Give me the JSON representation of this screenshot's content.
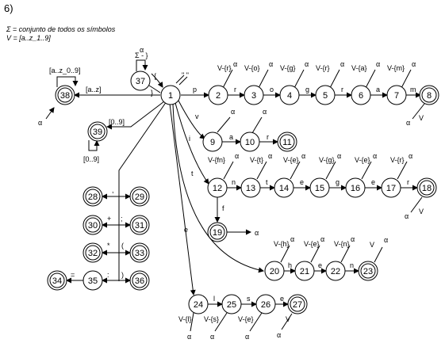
{
  "header": {
    "number": "6)",
    "sigma_def": "Σ = conjunto de todos os símbolos",
    "v_def": "V = [a..z_1..9]"
  },
  "states": [
    {
      "id": "1",
      "final": false
    },
    {
      "id": "2",
      "final": false
    },
    {
      "id": "3",
      "final": false
    },
    {
      "id": "4",
      "final": false
    },
    {
      "id": "5",
      "final": false
    },
    {
      "id": "6",
      "final": false
    },
    {
      "id": "7",
      "final": false
    },
    {
      "id": "8",
      "final": true
    },
    {
      "id": "9",
      "final": false
    },
    {
      "id": "10",
      "final": false
    },
    {
      "id": "11",
      "final": true
    },
    {
      "id": "12",
      "final": false
    },
    {
      "id": "13",
      "final": false
    },
    {
      "id": "14",
      "final": false
    },
    {
      "id": "15",
      "final": false
    },
    {
      "id": "16",
      "final": false
    },
    {
      "id": "17",
      "final": false
    },
    {
      "id": "18",
      "final": true
    },
    {
      "id": "19",
      "final": true
    },
    {
      "id": "20",
      "final": false
    },
    {
      "id": "21",
      "final": false
    },
    {
      "id": "22",
      "final": false
    },
    {
      "id": "23",
      "final": true
    },
    {
      "id": "24",
      "final": false
    },
    {
      "id": "25",
      "final": false
    },
    {
      "id": "26",
      "final": false
    },
    {
      "id": "27",
      "final": true
    },
    {
      "id": "28",
      "final": true
    },
    {
      "id": "29",
      "final": true
    },
    {
      "id": "30",
      "final": true
    },
    {
      "id": "31",
      "final": true
    },
    {
      "id": "32",
      "final": true
    },
    {
      "id": "33",
      "final": true
    },
    {
      "id": "34",
      "final": true
    },
    {
      "id": "35",
      "final": false
    },
    {
      "id": "36",
      "final": true
    },
    {
      "id": "37",
      "final": false
    },
    {
      "id": "38",
      "final": true
    },
    {
      "id": "39",
      "final": true
    }
  ],
  "labels": {
    "l1_2": "p",
    "l2_3": "r",
    "l3_4": "o",
    "l4_5": "g",
    "l5_6": "r",
    "l6_7": "a",
    "l7_8": "m",
    "l1_9": "v",
    "l9_10": "a",
    "l10_11": "r",
    "l1_12": "i",
    "l12_13": "n",
    "l13_14": "t",
    "l14_15": "e",
    "l15_16": "g",
    "l16_17": "e",
    "l17_18": "r",
    "l12_19": "f",
    "l1_20": "t",
    "l20_21": "h",
    "l21_22": "e",
    "l22_23": "n",
    "l1_24": "e",
    "l24_25": "l",
    "l25_26": "s",
    "l26_27": "e",
    "l1_38": "[a..z]",
    "l38_self": "[a..z_0..9]",
    "l1_39": "[0..9]",
    "l39_self": "[0..9]",
    "l1_37": "{",
    "l37_1": "}",
    "l37_self": "Σ - }",
    "l1_quote": "\" \"",
    "l28_29": ",",
    "l30_31": "+",
    "l30_31b": ";",
    "l32_33": "*",
    "l32_33b": "(",
    "l34_35": "=",
    "l35_36": ":",
    "l35_36b": ")",
    "v2": "V-{r}",
    "v3": "V-{o}",
    "v4": "V-{g}",
    "v5": "V-{r}",
    "v6": "V-{a}",
    "v7": "V-{m}",
    "v12": "V-{fn}",
    "v13": "V-{t}",
    "v14": "V-{e}",
    "v15": "V-{g}",
    "v16": "V-{e}",
    "v17": "V-{r}",
    "v20": "V-{h}",
    "v21": "V-{e}",
    "v22": "V-{n}",
    "v24": "V-{l}",
    "v25": "V-{s}",
    "v26": "V-{e}",
    "v8": "V",
    "v18": "V",
    "v23": "V",
    "v27": "V",
    "alpha": "α"
  }
}
